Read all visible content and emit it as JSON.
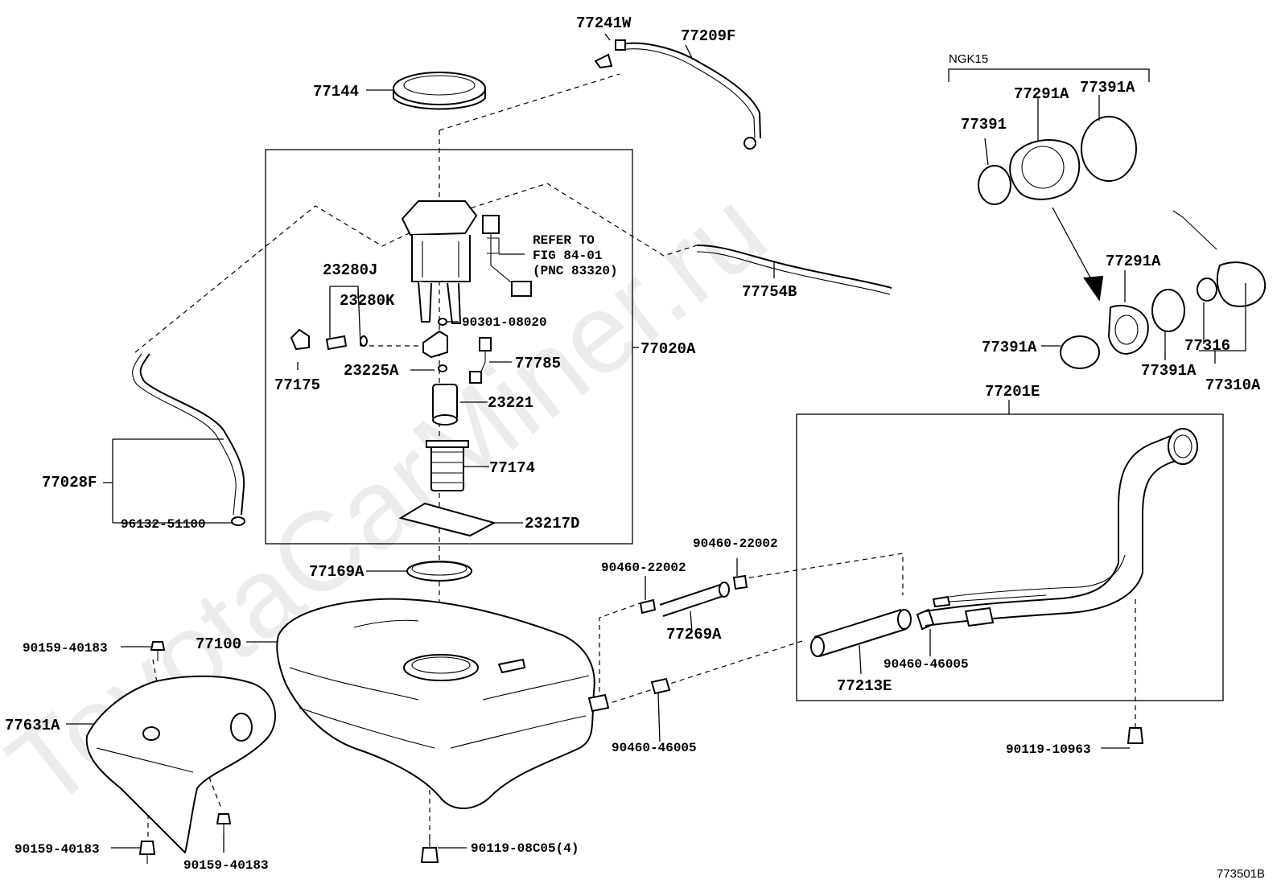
{
  "watermark": "ToyotaCarMiner.ru",
  "figure_code": "773501B",
  "group_label": "NGK15",
  "note": {
    "line1": "REFER TO",
    "line2": "FIG 84-01",
    "line3": "(PNC 83320)"
  },
  "labels": {
    "p77241W": "77241W",
    "p77209F": "77209F",
    "p77144": "77144",
    "p23280J": "23280J",
    "p23280K": "23280K",
    "p90301_08020": "90301-08020",
    "p77175": "77175",
    "p23225A": "23225A",
    "p77785": "77785",
    "p23221": "23221",
    "p77174": "77174",
    "p23217D": "23217D",
    "p77020A": "77020A",
    "p77754B": "77754B",
    "p77028F": "77028F",
    "p96132_51100": "96132-51100",
    "p77169A": "77169A",
    "p77100": "77100",
    "p90159_40183_a": "90159-40183",
    "p77631A": "77631A",
    "p90159_40183_b": "90159-40183",
    "p90159_40183_c": "90159-40183",
    "p90119_08C05": "90119-08C05(4)",
    "p90460_22002_a": "90460-22002",
    "p90460_22002_b": "90460-22002",
    "p77269A": "77269A",
    "p90460_46005_a": "90460-46005",
    "p77213E": "77213E",
    "p90460_46005_b": "90460-46005",
    "p90119_10963": "90119-10963",
    "p77201E": "77201E",
    "p77391": "77391",
    "p77291A_top": "77291A",
    "p77391A_top": "77391A",
    "p77291A_mid": "77291A",
    "p77391A_left": "77391A",
    "p77391A_low": "77391A",
    "p77316": "77316",
    "p77310A": "77310A"
  }
}
